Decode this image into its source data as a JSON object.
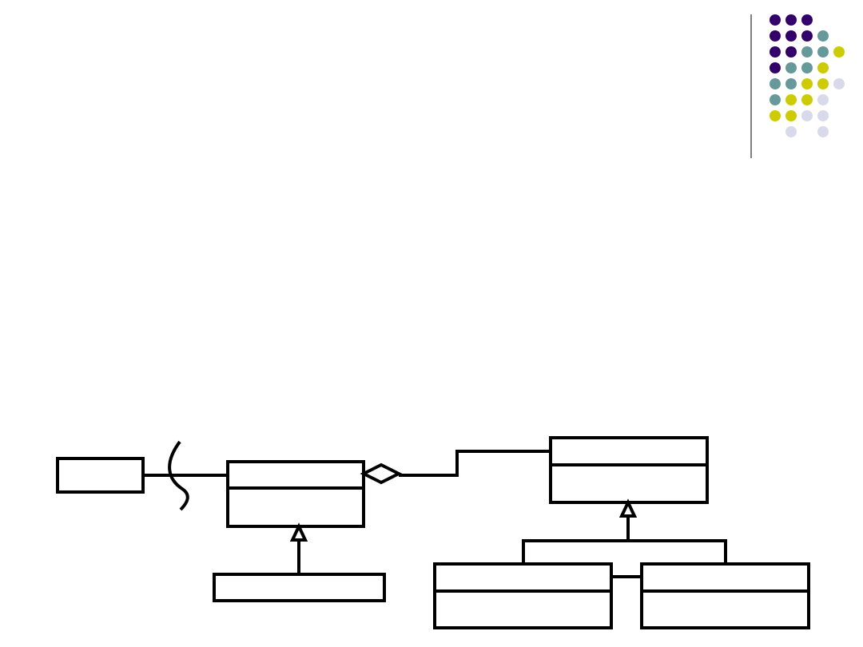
{
  "slide": {
    "theme_colors": {
      "purple": "#33006b",
      "teal": "#669999",
      "yellow": "#cccc00",
      "lavender": "#d9d9ec",
      "line": "#000000"
    },
    "decoration": {
      "dot_grid": [
        [
          "purple",
          "purple",
          "purple",
          "",
          ""
        ],
        [
          "purple",
          "purple",
          "purple",
          "teal",
          ""
        ],
        [
          "purple",
          "purple",
          "teal",
          "teal",
          "yellow"
        ],
        [
          "purple",
          "teal",
          "teal",
          "yellow",
          ""
        ],
        [
          "teal",
          "teal",
          "yellow",
          "yellow",
          "lavender"
        ],
        [
          "teal",
          "yellow",
          "yellow",
          "lavender",
          ""
        ],
        [
          "yellow",
          "yellow",
          "lavender",
          "lavender",
          ""
        ],
        [
          "",
          "lavender",
          "",
          "lavender",
          ""
        ]
      ]
    }
  }
}
